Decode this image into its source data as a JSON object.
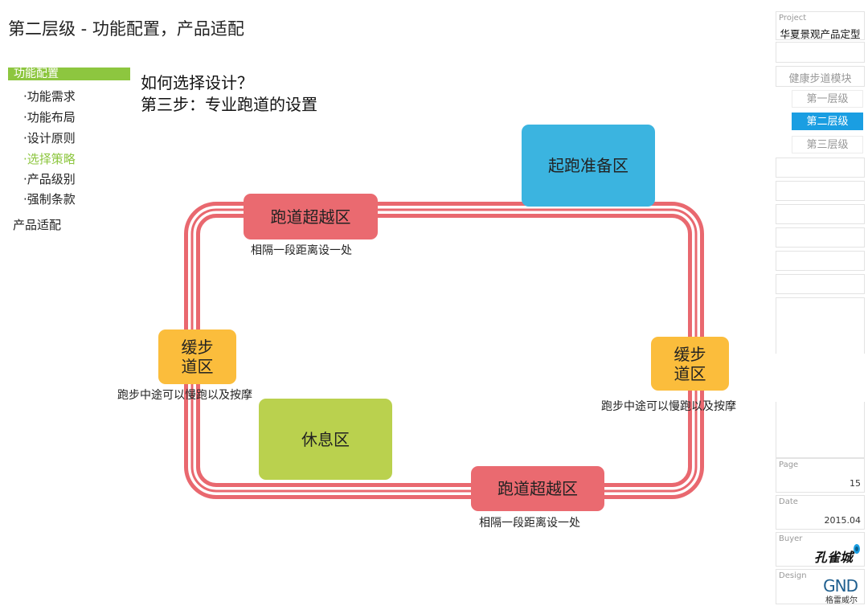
{
  "title": "第二层级 - 功能配置，产品适配",
  "nav": {
    "active": "功能配置",
    "items": [
      "·功能需求",
      "·功能布局",
      "·设计原则",
      "·选择策略",
      "·产品级别",
      "·强制条款"
    ],
    "selected_index": 3,
    "product": "产品适配"
  },
  "question": {
    "line1": "如何选择设计？",
    "line2": "第三步：专业跑道的设置"
  },
  "diagram": {
    "start_zone": "起跑准备区",
    "overtake_top": "跑道超越区",
    "overtake_top_note": "相隔一段距离设一处",
    "slow_left": "缓步道区",
    "slow_left_note": "跑步中途可以慢跑以及按摩",
    "slow_right": "缓步道区",
    "slow_right_note": "跑步中途可以慢跑以及按摩",
    "rest": "休息区",
    "overtake_bottom": "跑道超越区",
    "overtake_bottom_note": "相隔一段距离设一处",
    "colors": {
      "track": "#e9686f",
      "overtake": "#ea6a70",
      "start": "#3bb4e0",
      "slow": "#fbbd3c",
      "rest": "#bad14e"
    }
  },
  "sidebar": {
    "project_label": "Project",
    "project_value": "华夏景观产品定型",
    "module": "健康步道模块",
    "levels": [
      "第一层级",
      "第二层级",
      "第三层级"
    ],
    "active_level": 1,
    "page_label": "Page",
    "page_value": "15",
    "date_label": "Date",
    "date_value": "2015.04",
    "buyer_label": "Buyer",
    "buyer_logo": "孔雀城",
    "design_label": "Design",
    "design_logo": "GND",
    "design_sub": "格雷威尔"
  }
}
